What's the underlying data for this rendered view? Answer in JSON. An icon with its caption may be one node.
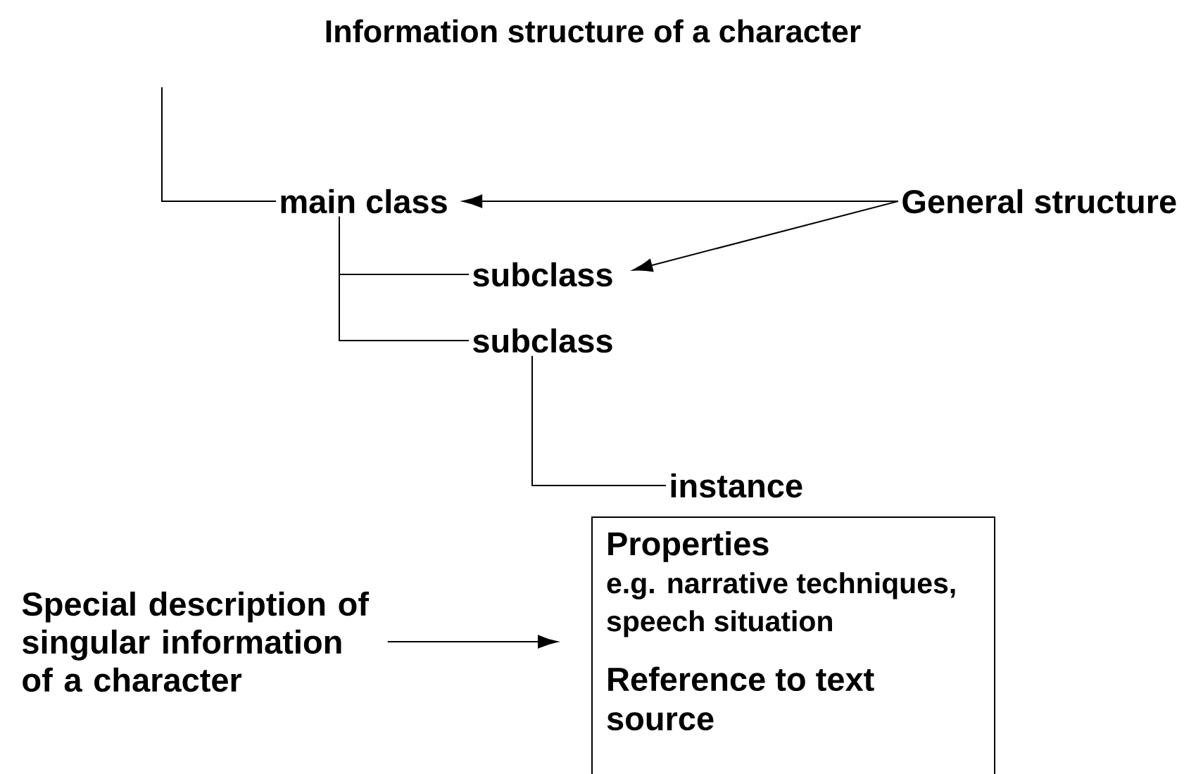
{
  "diagram": {
    "title": "Information structure of a character",
    "nodes": [
      {
        "text": [
          "main class"
        ]
      },
      {
        "text": [
          "subclass"
        ]
      },
      {
        "text": [
          "subclass"
        ]
      },
      {
        "text": [
          "instance"
        ]
      },
      {
        "text": [
          "Properties",
          "e.g. narrative techniques, speech situation",
          "Reference to text source"
        ]
      },
      {
        "text": [
          "General structure"
        ]
      },
      {
        "text": [
          "Special description of singular information of a character"
        ]
      }
    ],
    "edges": [
      {
        "from": null,
        "to": 0,
        "arrow": "none"
      },
      {
        "from": 0,
        "to": 1,
        "arrow": "none"
      },
      {
        "from": 0,
        "to": 2,
        "arrow": "none"
      },
      {
        "from": 2,
        "to": 3,
        "arrow": "none"
      },
      {
        "from": 5,
        "to": 0,
        "arrow": "to"
      },
      {
        "from": 5,
        "to": 1,
        "arrow": "to"
      },
      {
        "from": 6,
        "to": 4,
        "arrow": "to"
      }
    ]
  }
}
